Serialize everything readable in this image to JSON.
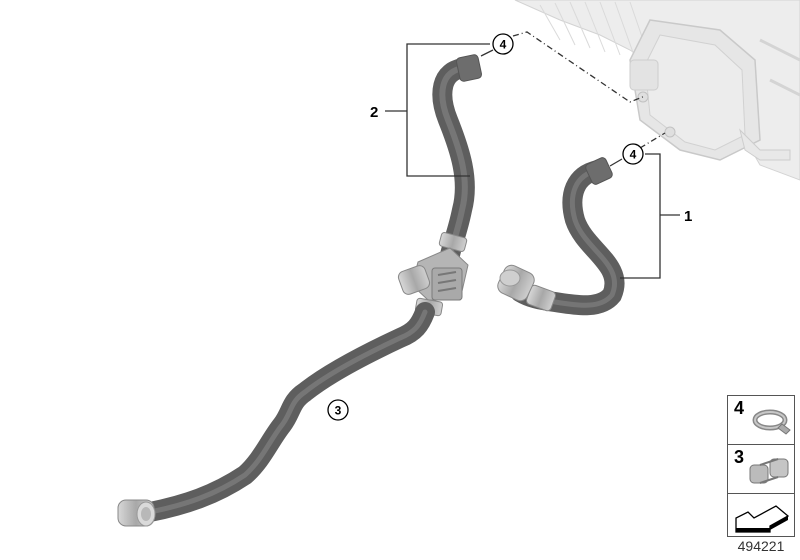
{
  "diagram": {
    "type": "parts-exploded-view",
    "subject": "Coolant hoses to heater core",
    "diagram_number": "494221",
    "callouts": [
      {
        "id": "1",
        "label": "1",
        "description": "hose assembly (right)"
      },
      {
        "id": "2",
        "label": "2",
        "description": "hose assembly (upper left)"
      },
      {
        "id": "3",
        "label": "3",
        "description": "hose (long lower)"
      },
      {
        "id": "4a",
        "label": "4",
        "description": "clamp (upper)"
      },
      {
        "id": "4b",
        "label": "4",
        "description": "clamp (right)"
      }
    ],
    "legend": [
      {
        "label": "4",
        "icon": "hose-clamp-icon"
      },
      {
        "label": "3",
        "icon": "double-clip-icon"
      },
      {
        "label": "",
        "icon": "arrow-direction-icon"
      }
    ],
    "colors": {
      "hose": "#6b6b6b",
      "hose_highlight": "#9a9a9a",
      "fitting": "#bfbfbf",
      "background_part": "#e6e6e6",
      "line": "#333333"
    }
  }
}
